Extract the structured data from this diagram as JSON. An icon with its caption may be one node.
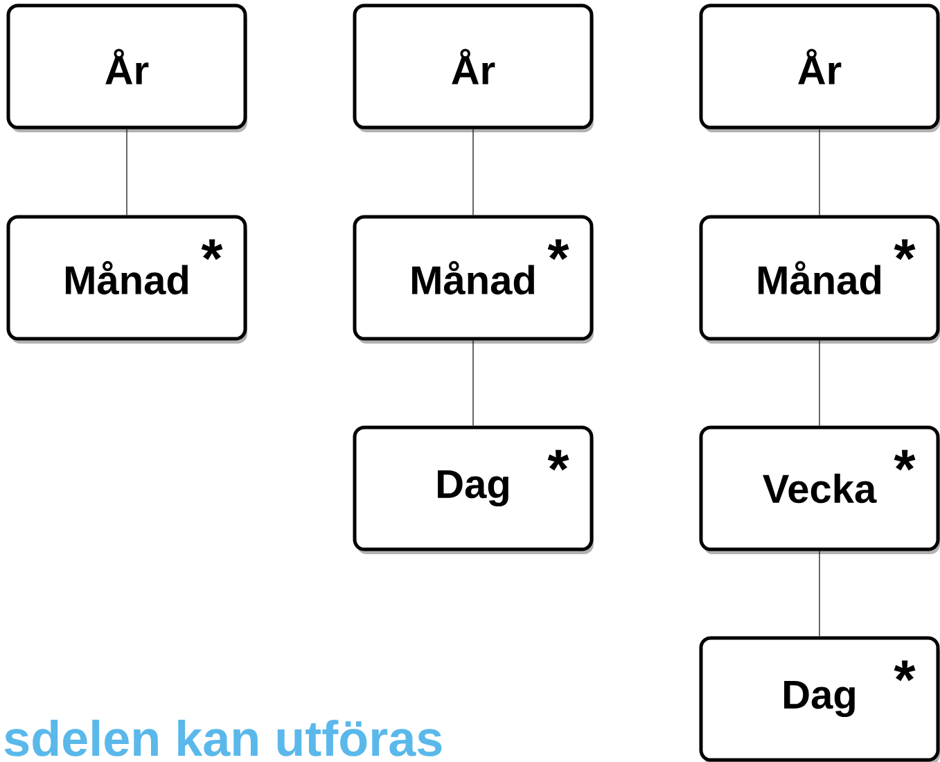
{
  "diagram": {
    "nodes": [
      {
        "text": [
          "År"
        ]
      },
      {
        "text": [
          "Månad",
          "*"
        ]
      },
      {
        "text": [
          "År"
        ]
      },
      {
        "text": [
          "Månad",
          "*"
        ]
      },
      {
        "text": [
          "Dag",
          "*"
        ]
      },
      {
        "text": [
          "År"
        ]
      },
      {
        "text": [
          "Månad",
          "*"
        ]
      },
      {
        "text": [
          "Vecka",
          "*"
        ]
      },
      {
        "text": [
          "Dag",
          "*"
        ]
      }
    ],
    "edges": [
      {
        "from": 0,
        "to": 1,
        "arrow": "none"
      },
      {
        "from": 2,
        "to": 3,
        "arrow": "none"
      },
      {
        "from": 3,
        "to": 4,
        "arrow": "none"
      },
      {
        "from": 5,
        "to": 6,
        "arrow": "none"
      },
      {
        "from": 6,
        "to": 7,
        "arrow": "none"
      },
      {
        "from": 7,
        "to": 8,
        "arrow": "none"
      }
    ],
    "labels": [
      "sdelen kan utföras"
    ]
  }
}
